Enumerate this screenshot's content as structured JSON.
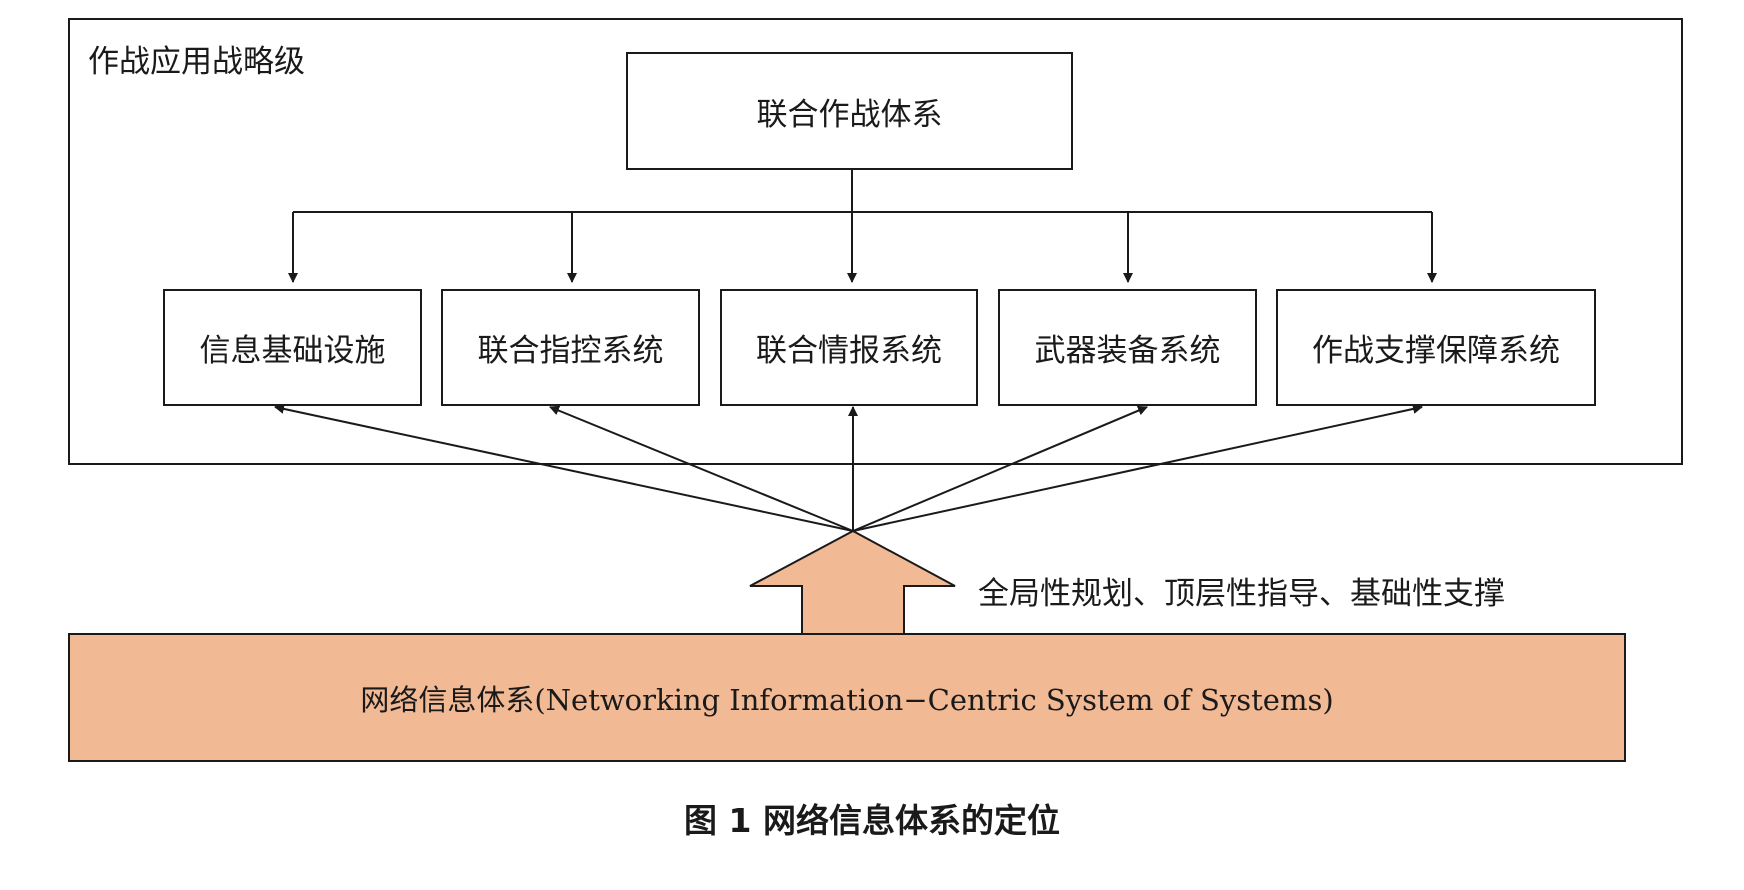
{
  "diagram": {
    "level_label": "作战应用战略级",
    "top_node": "联合作战体系",
    "systems": [
      {
        "id": "info-infra",
        "label": "信息基础设施"
      },
      {
        "id": "joint-c2",
        "label": "联合指控系统"
      },
      {
        "id": "joint-intel",
        "label": "联合情报系统"
      },
      {
        "id": "weapons",
        "label": "武器装备系统"
      },
      {
        "id": "support",
        "label": "作战支撑保障系统"
      }
    ],
    "support_note": "全局性规划、顶层性指导、基础性支撑",
    "foundation": "网络信息体系(Networking Information−Centric System of Systems)",
    "caption": "图 1 网络信息体系的定位"
  },
  "colors": {
    "stroke": "#1a1a1a",
    "foundation_fill": "#f2b995",
    "big_arrow_fill": "#f2b995",
    "background": "#ffffff"
  }
}
